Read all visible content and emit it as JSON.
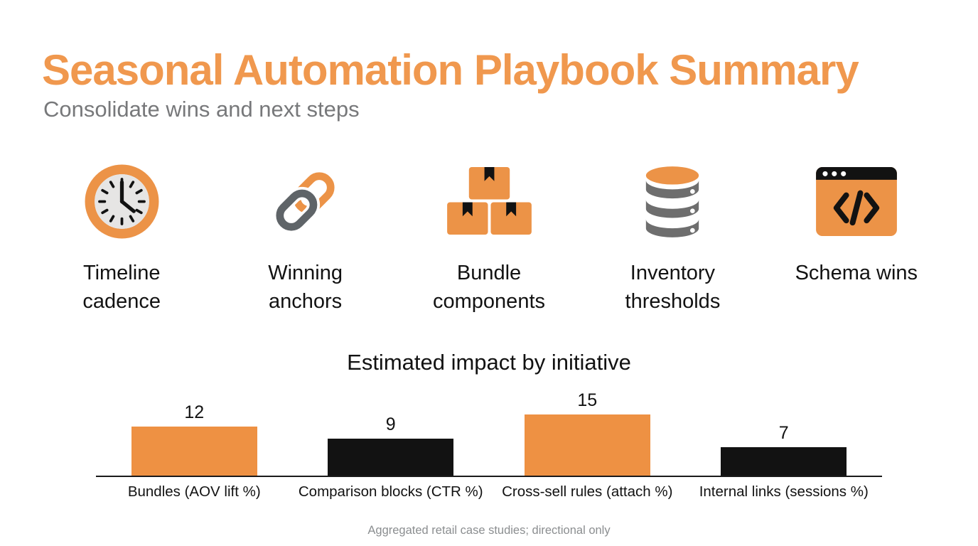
{
  "header": {
    "title": "Seasonal Automation Playbook Summary",
    "subtitle": "Consolidate wins and next steps"
  },
  "features": [
    {
      "icon": "clock-icon",
      "label": "Timeline cadence"
    },
    {
      "icon": "chain-link-icon",
      "label": "Winning anchors"
    },
    {
      "icon": "boxes-icon",
      "label": "Bundle components"
    },
    {
      "icon": "database-icon",
      "label": "Inventory thresholds"
    },
    {
      "icon": "code-window-icon",
      "label": "Schema wins"
    }
  ],
  "chart_data": {
    "type": "bar",
    "title": "Estimated impact by initiative",
    "categories": [
      "Bundles (AOV lift %)",
      "Comparison blocks (CTR %)",
      "Cross-sell rules (attach %)",
      "Internal links (sessions %)"
    ],
    "values": [
      12,
      9,
      15,
      7
    ],
    "bar_colors": [
      "#EE9143",
      "#121212",
      "#EE9143",
      "#121212"
    ],
    "ylim": [
      0,
      15
    ],
    "grid": false,
    "legend": false,
    "data_labels": true,
    "xlabel": "",
    "ylabel": ""
  },
  "footer": {
    "note": "Aggregated retail case studies; directional only"
  },
  "colors": {
    "accent_orange": "#EE9143",
    "title_orange": "#F0984E",
    "black": "#121212",
    "subtitle_gray": "#77787A",
    "icon_gray": "#5F6468",
    "database_gray": "#6E6E6E",
    "clock_face": "#E6E5E4",
    "footer_gray": "#8B8E90",
    "background": "#FFFFFF"
  }
}
